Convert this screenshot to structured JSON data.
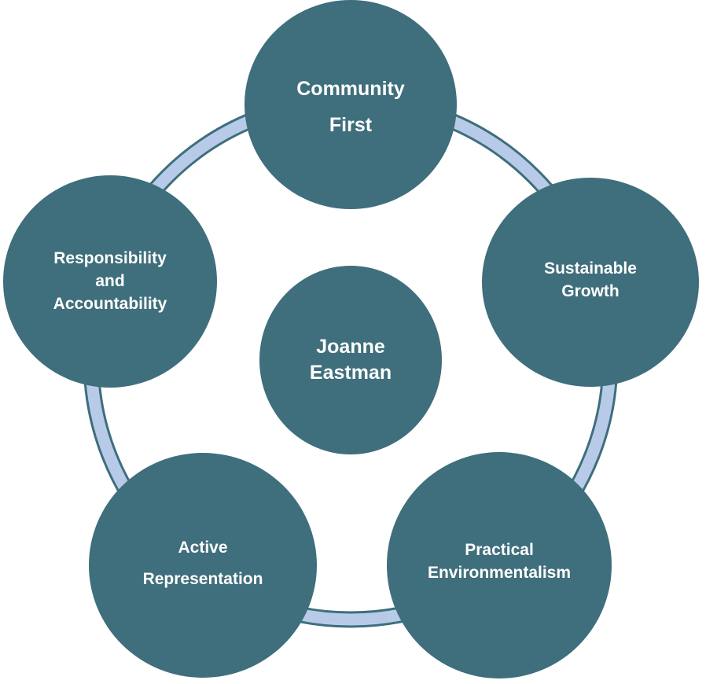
{
  "colors": {
    "node_fill": "#3f6e7c",
    "ring_fill": "#b7cbe9",
    "ring_stroke": "#3f6e7c",
    "text": "#ffffff"
  },
  "diagram": {
    "center": {
      "lines": [
        "Joanne",
        "Eastman"
      ]
    },
    "nodes": [
      {
        "id": "community-first",
        "lines": [
          "Community",
          "First"
        ]
      },
      {
        "id": "sustainable-growth",
        "lines": [
          "Sustainable",
          "Growth"
        ]
      },
      {
        "id": "practical-environmentalism",
        "lines": [
          "Practical",
          "Environmentalism"
        ]
      },
      {
        "id": "active-representation",
        "lines": [
          "Active",
          "Representation"
        ]
      },
      {
        "id": "responsibility-accountability",
        "lines": [
          "Responsibility",
          "and",
          "Accountability"
        ]
      }
    ]
  }
}
